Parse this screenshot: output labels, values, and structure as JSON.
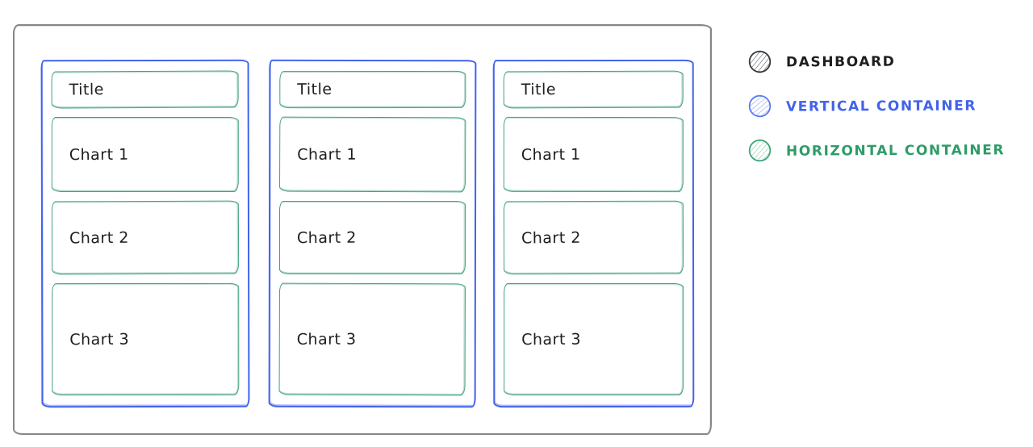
{
  "diagram": {
    "kind": "dashboard-layout-wireframe",
    "dashboard": {
      "columns": [
        {
          "boxes": [
            {
              "label": "Title"
            },
            {
              "label": "Chart 1"
            },
            {
              "label": "Chart 2"
            },
            {
              "label": "Chart 3"
            }
          ]
        },
        {
          "boxes": [
            {
              "label": "Title"
            },
            {
              "label": "Chart 1"
            },
            {
              "label": "Chart 2"
            },
            {
              "label": "Chart 3"
            }
          ]
        },
        {
          "boxes": [
            {
              "label": "Title"
            },
            {
              "label": "Chart 1"
            },
            {
              "label": "Chart 2"
            },
            {
              "label": "Chart 3"
            }
          ]
        }
      ]
    }
  },
  "legend": {
    "items": [
      {
        "label": "DASHBOARD",
        "swatch": "black-hatched-circle",
        "color": "#1e1e1e"
      },
      {
        "label": "VERTICAL CONTAINER",
        "swatch": "blue-hatched-circle",
        "color": "#4263eb"
      },
      {
        "label": "HORIZONTAL CONTAINER",
        "swatch": "green-hatched-circle",
        "color": "#2e9c68"
      }
    ]
  },
  "colors": {
    "dashboard_frame": "#85878a",
    "vertical_container": "#4263eb",
    "horizontal_container": "#44a17d",
    "label_text": "#1e1e1e",
    "background": "#ffffff"
  }
}
